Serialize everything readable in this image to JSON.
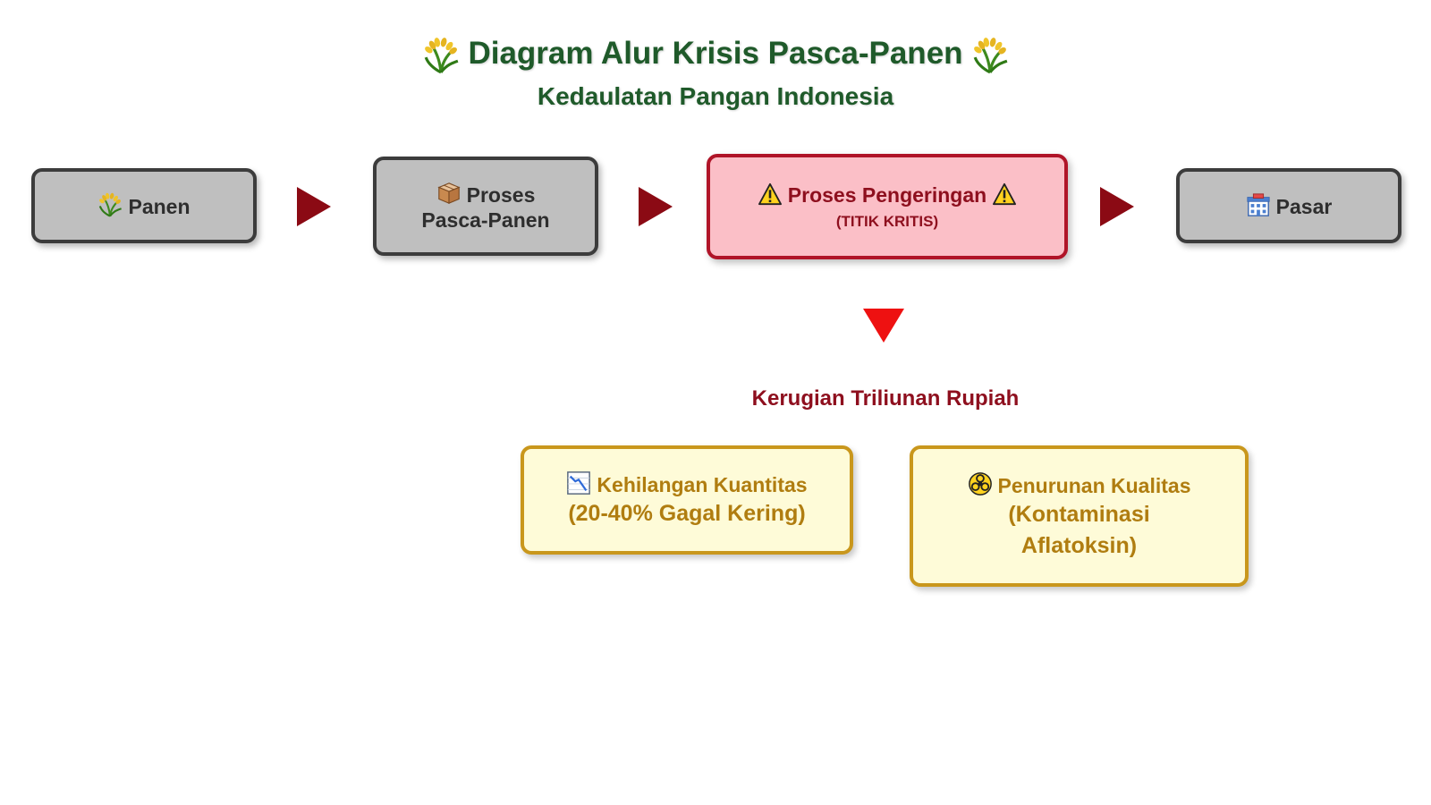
{
  "header": {
    "title": "Diagram Alur Krisis Pasca-Panen",
    "subtitle": "Kedaulatan Pangan Indonesia",
    "title_icon": "rice-plant-icon"
  },
  "flow": {
    "step1": {
      "label": "Panen",
      "icon": "rice-plant-icon"
    },
    "step2": {
      "line1": "Proses",
      "line2": "Pasca-Panen",
      "icon": "package-box-icon"
    },
    "step3": {
      "label": "Proses Pengeringan",
      "note": "(TITIK KRITIS)",
      "icon": "warning-icon"
    },
    "step4": {
      "label": "Pasar",
      "icon": "market-building-icon"
    }
  },
  "impact": {
    "label": "Kerugian Triliunan Rupiah",
    "quantity": {
      "line1": "Kehilangan Kuantitas",
      "line2": "(20-40% Gagal Kering)",
      "icon": "chart-decreasing-icon"
    },
    "quality": {
      "line1": "Penurunan Kualitas",
      "line2": "(Kontaminasi",
      "line3": "Aflatoksin)",
      "icon": "biohazard-icon"
    }
  },
  "colors": {
    "title_green": "#1f5a2a",
    "arrow_dark_red": "#8b0a14",
    "arrow_bright_red": "#ee1111",
    "critical_fill": "#fbbfc7",
    "critical_border": "#b01428",
    "gray_fill": "#bfbfbf",
    "yellow_fill": "#fefbd8",
    "yellow_border": "#c9971c"
  }
}
